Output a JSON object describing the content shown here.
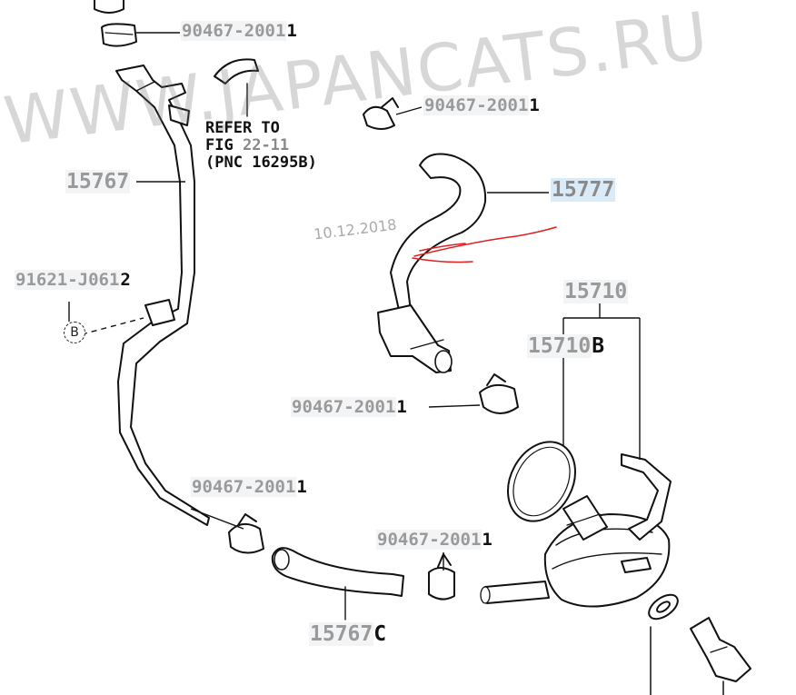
{
  "watermark": "WWW.JAPANCATS.RU",
  "date_stamp": "10.12.2018",
  "callout_letter": "B",
  "note": {
    "line1": "REFER TO",
    "line2_prefix": "FIG",
    "line2_ref": "22-11",
    "line3_prefix": "(PNC",
    "line3_rest": "16295B)"
  },
  "parts": [
    {
      "id": "clip-top",
      "number": "90467-2001",
      "suffix": "1"
    },
    {
      "id": "clip-upper-right",
      "number": "90467-2001",
      "suffix": "1"
    },
    {
      "id": "hose-15777",
      "number": "15777",
      "suffix": ""
    },
    {
      "id": "pipe-15767",
      "number": "15767",
      "suffix": ""
    },
    {
      "id": "clamp-91621",
      "number": "91621-J061",
      "suffix": "2"
    },
    {
      "id": "cooler-15710",
      "number": "15710",
      "suffix": ""
    },
    {
      "id": "gasket-15710b",
      "number": "15710",
      "suffix": "B"
    },
    {
      "id": "clip-middle",
      "number": "90467-2001",
      "suffix": "1"
    },
    {
      "id": "clip-lower-left",
      "number": "90467-2001",
      "suffix": "1"
    },
    {
      "id": "clip-lower-right",
      "number": "90467-2001",
      "suffix": "1"
    },
    {
      "id": "hose-15767c",
      "number": "15767",
      "suffix": "C"
    }
  ],
  "colors": {
    "line": "#111111",
    "label_grey": "#9a9a9a",
    "highlight": "#dbeaf7",
    "annotation": "#e02020"
  }
}
